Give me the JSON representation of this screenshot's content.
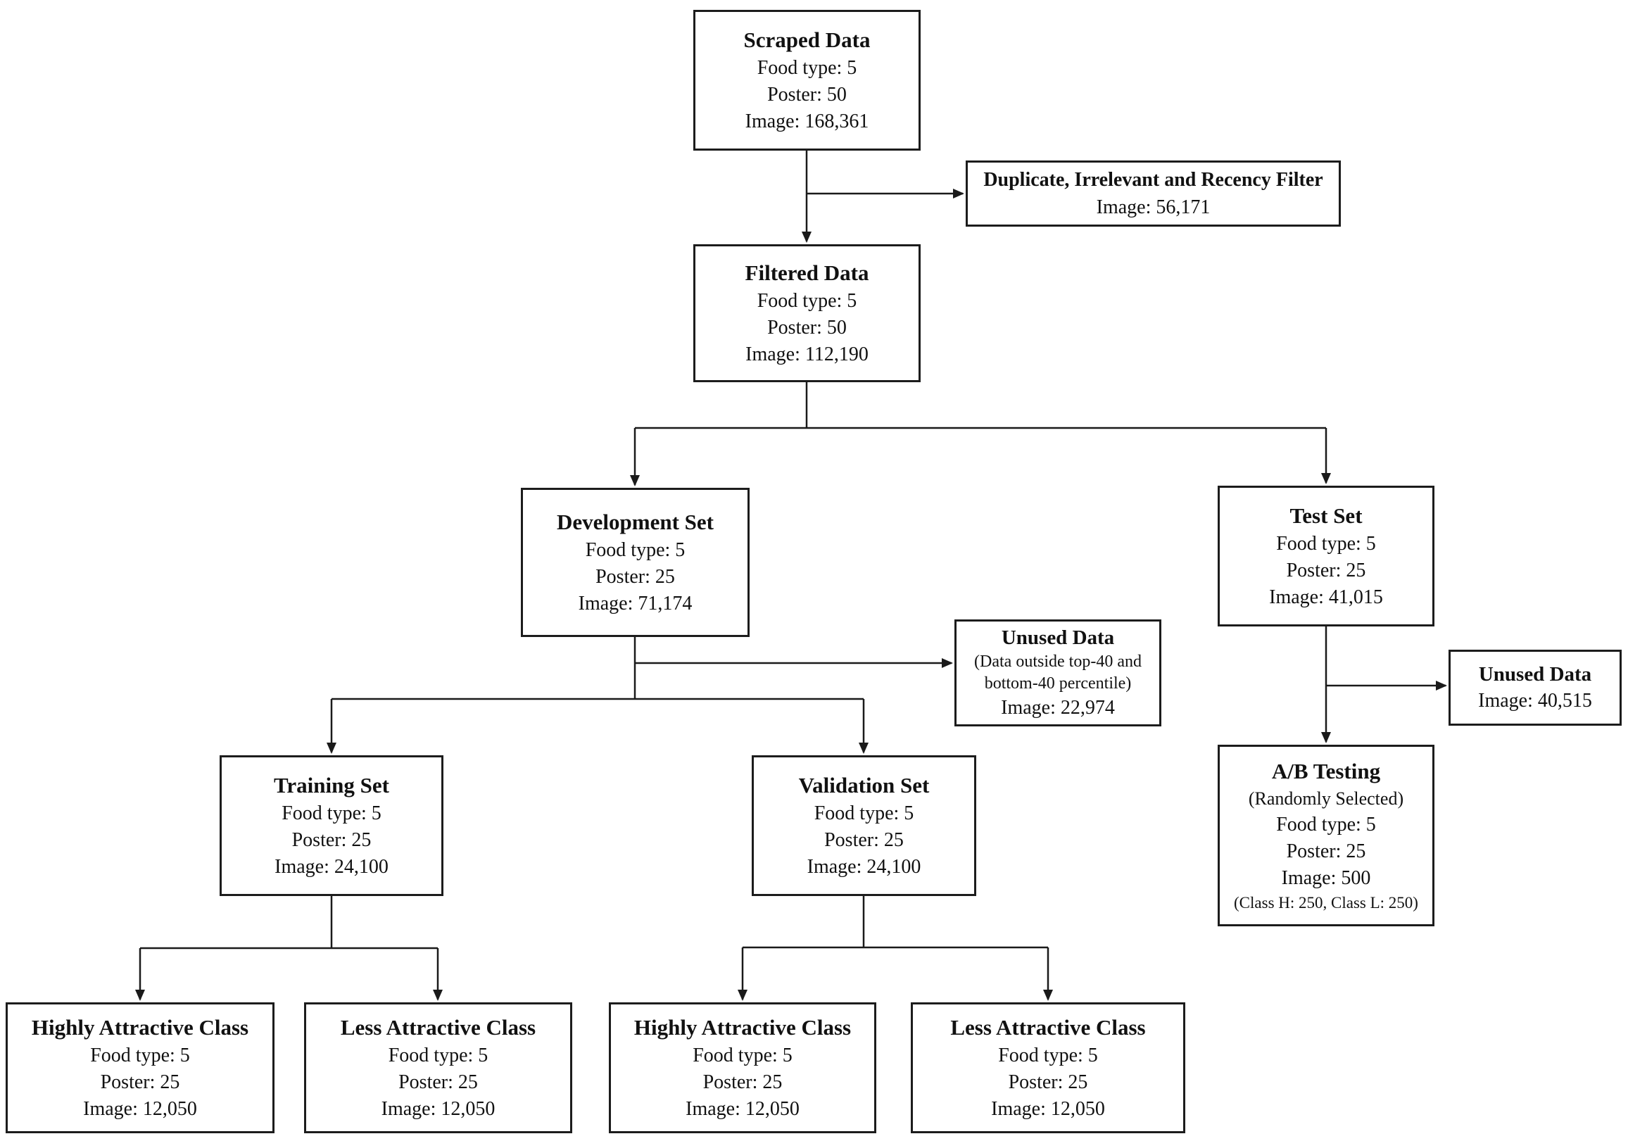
{
  "diagram": {
    "background_color": "#ffffff",
    "line_color": "#1a1a1a",
    "nodes": {
      "scraped": {
        "title": "Scraped Data",
        "lines": [
          "Food type: 5",
          "Poster: 50",
          "Image: 168,361"
        ]
      },
      "filter": {
        "title": "Duplicate, Irrelevant and Recency Filter",
        "lines": [
          "Image: 56,171"
        ]
      },
      "filtered": {
        "title": "Filtered Data",
        "lines": [
          "Food type: 5",
          "Poster: 50",
          "Image: 112,190"
        ]
      },
      "development": {
        "title": "Development Set",
        "lines": [
          "Food type: 5",
          "Poster: 25",
          "Image: 71,174"
        ]
      },
      "test": {
        "title": "Test Set",
        "lines": [
          "Food type: 5",
          "Poster: 25",
          "Image: 41,015"
        ]
      },
      "unused_dev": {
        "title": "Unused Data",
        "note_line1": "(Data outside top-40 and",
        "note_line2": "bottom-40 percentile)",
        "lines": [
          "Image: 22,974"
        ]
      },
      "unused_test": {
        "title": "Unused Data",
        "lines": [
          "Image: 40,515"
        ]
      },
      "ab_testing": {
        "title": "A/B Testing",
        "note": "(Randomly Selected)",
        "lines": [
          "Food type: 5",
          "Poster: 25",
          "Image: 500"
        ],
        "footnote": "(Class H: 250, Class L: 250)"
      },
      "training": {
        "title": "Training Set",
        "lines": [
          "Food type: 5",
          "Poster: 25",
          "Image: 24,100"
        ]
      },
      "validation": {
        "title": "Validation Set",
        "lines": [
          "Food type: 5",
          "Poster: 25",
          "Image: 24,100"
        ]
      },
      "train_high": {
        "title": "Highly Attractive Class",
        "lines": [
          "Food type: 5",
          "Poster: 25",
          "Image: 12,050"
        ]
      },
      "train_less": {
        "title": "Less Attractive Class",
        "lines": [
          "Food type: 5",
          "Poster: 25",
          "Image: 12,050"
        ]
      },
      "val_high": {
        "title": "Highly Attractive Class",
        "lines": [
          "Food type: 5",
          "Poster: 25",
          "Image: 12,050"
        ]
      },
      "val_less": {
        "title": "Less Attractive Class",
        "lines": [
          "Food type: 5",
          "Poster: 25",
          "Image: 12,050"
        ]
      }
    }
  }
}
